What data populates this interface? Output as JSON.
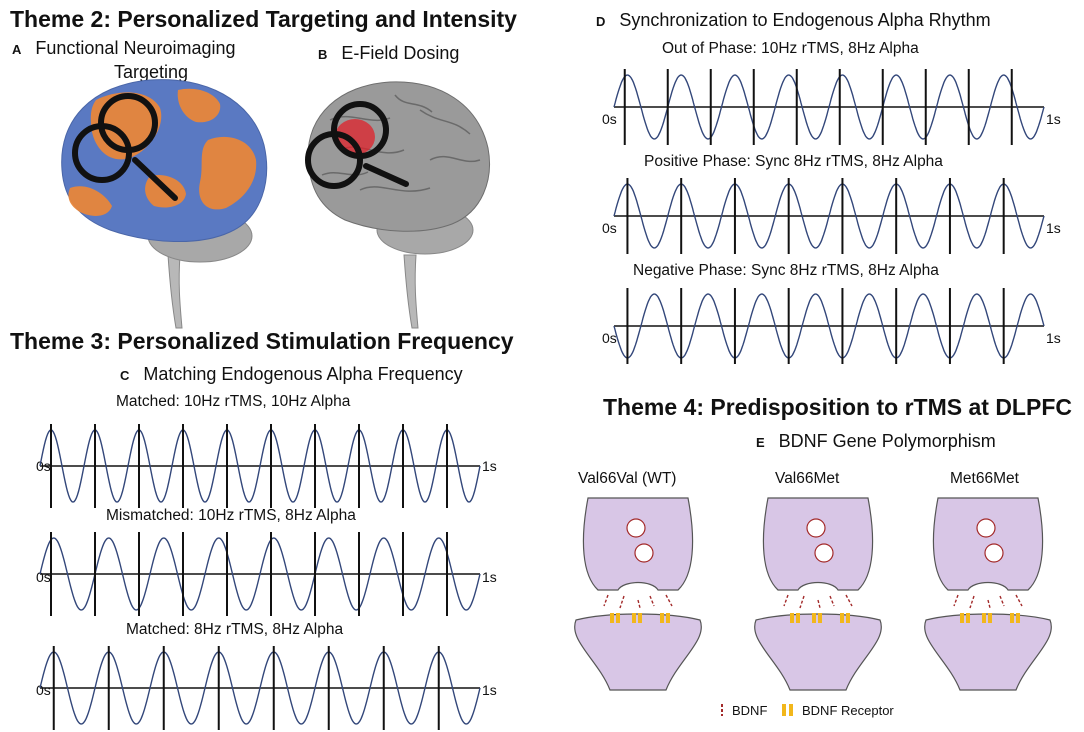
{
  "themes": {
    "theme2": "Theme 2: Personalized Targeting and Intensity",
    "theme3": "Theme 3: Personalized Stimulation Frequency",
    "theme4": "Theme 4: Predisposition to rTMS at DLPFC"
  },
  "panels": {
    "A": {
      "letter": "A",
      "title_line1": "Functional Neuroimaging",
      "title_line2": "Targeting"
    },
    "B": {
      "letter": "B",
      "title": "E-Field Dosing"
    },
    "C": {
      "letter": "C",
      "title": "Matching Endogenous Alpha Frequency",
      "plots": [
        {
          "label": "Matched: 10Hz rTMS, 10Hz Alpha",
          "rtms_hz": 10,
          "alpha_hz": 10,
          "start": "0s",
          "end": "1s"
        },
        {
          "label": "Mismatched: 10Hz rTMS, 8Hz Alpha",
          "rtms_hz": 10,
          "alpha_hz": 8,
          "start": "0s",
          "end": "1s"
        },
        {
          "label": "Matched: 8Hz rTMS, 8Hz Alpha",
          "rtms_hz": 8,
          "alpha_hz": 8,
          "start": "0s",
          "end": "1s"
        }
      ]
    },
    "D": {
      "letter": "D",
      "title": "Synchronization to Endogenous Alpha Rhythm",
      "plots": [
        {
          "label": "Out of Phase: 10Hz rTMS, 8Hz Alpha",
          "rtms_hz": 10,
          "alpha_hz": 8,
          "start": "0s",
          "end": "1s"
        },
        {
          "label": "Positive Phase: Sync 8Hz rTMS, 8Hz Alpha",
          "rtms_hz": 8,
          "alpha_hz": 8,
          "start": "0s",
          "end": "1s"
        },
        {
          "label": "Negative Phase: Sync 8Hz rTMS, 8Hz Alpha",
          "rtms_hz": 8,
          "alpha_hz": 8,
          "start": "0s",
          "end": "1s"
        }
      ]
    },
    "E": {
      "letter": "E",
      "title": "BDNF Gene Polymorphism",
      "genotypes": [
        "Val66Val (WT)",
        "Val66Met",
        "Met66Met"
      ],
      "legend": {
        "bdnf": "BDNF",
        "receptor": "BDNF Receptor"
      }
    }
  },
  "colors": {
    "wave": "#33477a",
    "orange": "#e8863a",
    "blue": "#5a79c2",
    "brain_gray": "#9a9a9a",
    "hotspot": "#e0202a",
    "synapse": "#d8c6e6",
    "receptor": "#f2b71b",
    "bdnf": "#a32a2a"
  }
}
